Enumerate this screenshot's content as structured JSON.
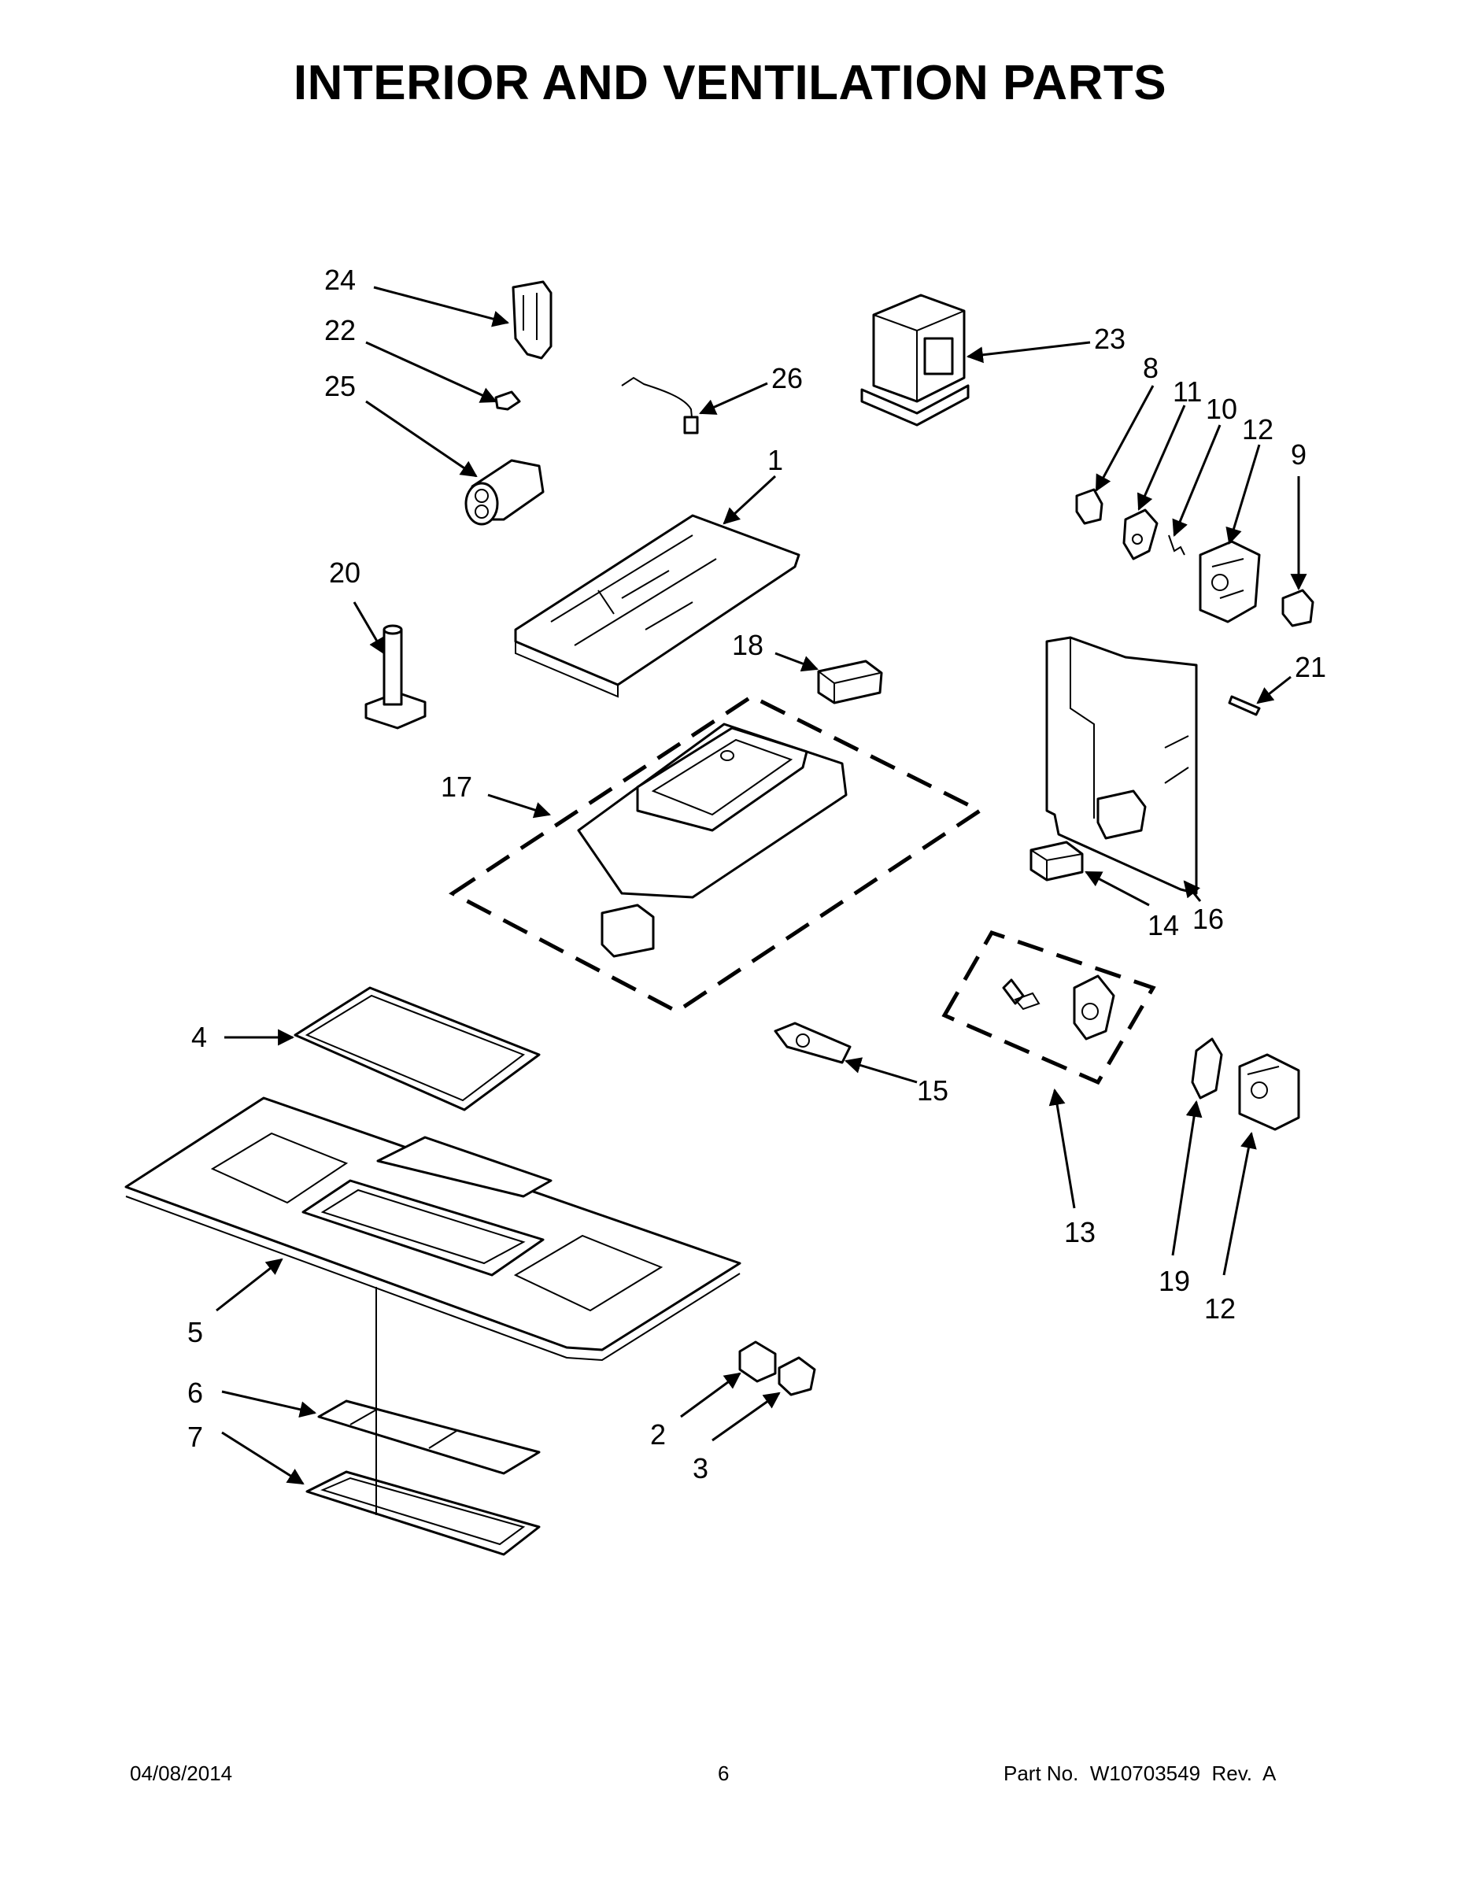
{
  "title": "INTERIOR AND VENTILATION PARTS",
  "footer": {
    "date": "04/08/2014",
    "page": "6",
    "part_no": "Part No.  W10703549  Rev.  A"
  },
  "callouts": [
    "24",
    "22",
    "25",
    "26",
    "23",
    "8",
    "11",
    "10",
    "12",
    "9",
    "1",
    "20",
    "18",
    "21",
    "17",
    "16",
    "14",
    "4",
    "15",
    "13",
    "5",
    "19",
    "12",
    "6",
    "7",
    "2",
    "3"
  ]
}
